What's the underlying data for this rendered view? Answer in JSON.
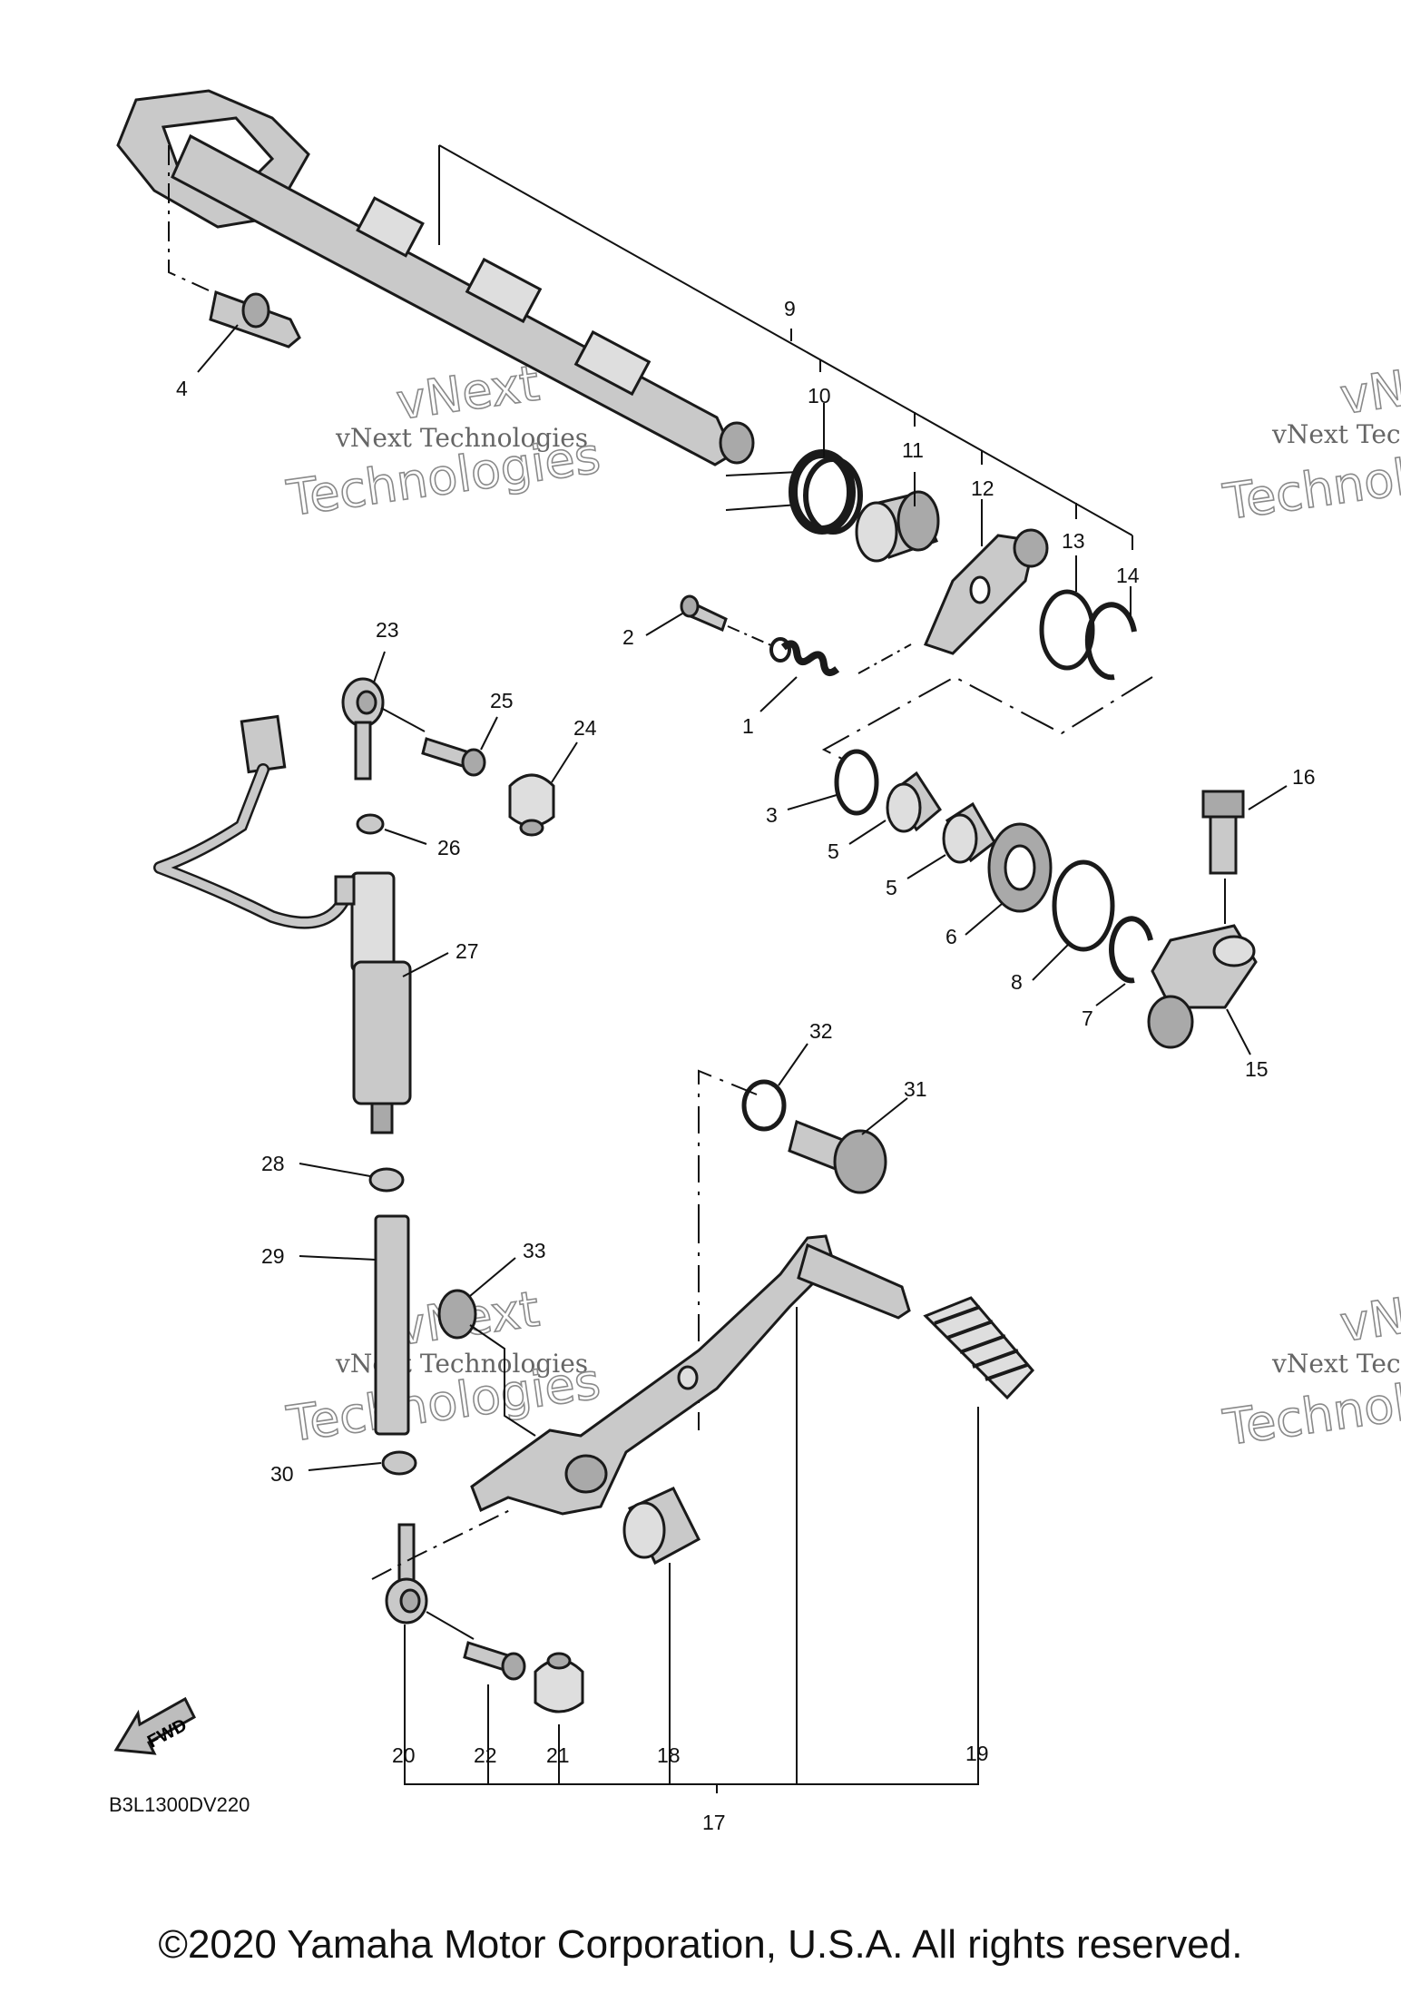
{
  "diagram_code": "B3L1300DV220",
  "fwd_label": "FWD",
  "copyright": "©2020 Yamaha Motor Corporation, U.S.A. All rights reserved.",
  "watermarks": [
    {
      "small": "vNext Technologies",
      "big1": "vNext",
      "big2": "Technologies"
    },
    {
      "small": "vNext Technologies",
      "big1": "vNext",
      "big2": "Technologies"
    },
    {
      "small": "vNext Technologies",
      "big1": "vNext",
      "big2": "Technologies"
    },
    {
      "small": "vNext Technologies",
      "big1": "vNext",
      "big2": "Technologies"
    }
  ],
  "callouts": [
    "1",
    "2",
    "3",
    "4",
    "5",
    "5",
    "6",
    "7",
    "8",
    "9",
    "10",
    "11",
    "12",
    "13",
    "14",
    "15",
    "16",
    "17",
    "18",
    "19",
    "20",
    "21",
    "22",
    "23",
    "24",
    "25",
    "26",
    "27",
    "28",
    "29",
    "30",
    "31",
    "32",
    "33"
  ]
}
